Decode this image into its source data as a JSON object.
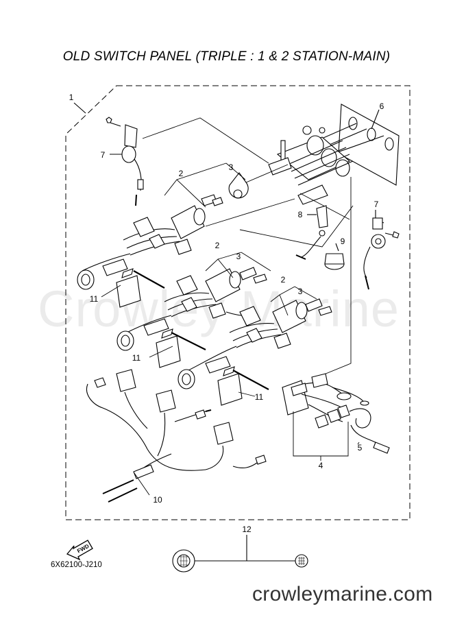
{
  "title": "OLD SWITCH PANEL (TRIPLE : 1 & 2 STATION-MAIN)",
  "watermark": "Crowley Marine",
  "diagram_code": "6X62100-J210",
  "fwd_label": "FWD",
  "website": "crowleymarine.com",
  "callouts": {
    "c1": "1",
    "c6": "6",
    "c7a": "7",
    "c2a": "2",
    "c3a": "3",
    "c8": "8",
    "c7b": "7",
    "c9": "9",
    "c2b": "2",
    "c3b": "3",
    "c2c": "2",
    "c3c": "3",
    "c11a": "11",
    "c11b": "11",
    "c11c": "11",
    "c5": "5",
    "c4": "4",
    "c10": "10",
    "c12": "12"
  }
}
